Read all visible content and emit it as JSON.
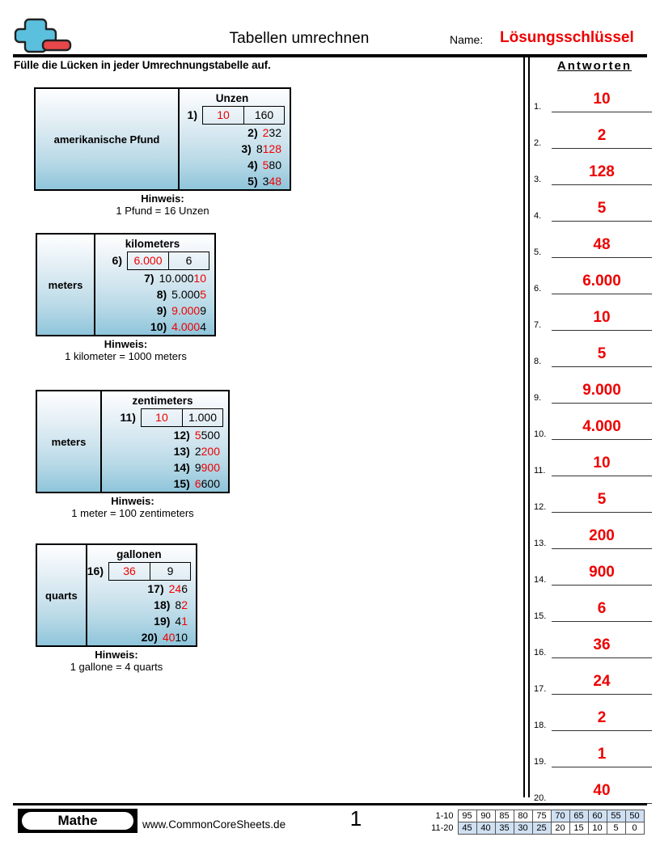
{
  "header": {
    "logo_icon": "plus-minus-logo-icon",
    "title": "Tabellen umrechnen",
    "name_label": "Name:",
    "name_value": "Lösungsschlüssel",
    "instructions": "Fülle die Lücken in jeder Umrechnungstabelle auf.",
    "accent_color": "#ee0000"
  },
  "answers": {
    "title": "Antworten",
    "items": [
      {
        "num": "1.",
        "value": "10"
      },
      {
        "num": "2.",
        "value": "2"
      },
      {
        "num": "3.",
        "value": "128"
      },
      {
        "num": "4.",
        "value": "5"
      },
      {
        "num": "5.",
        "value": "48"
      },
      {
        "num": "6.",
        "value": "6.000"
      },
      {
        "num": "7.",
        "value": "10"
      },
      {
        "num": "8.",
        "value": "5"
      },
      {
        "num": "9.",
        "value": "9.000"
      },
      {
        "num": "10.",
        "value": "4.000"
      },
      {
        "num": "11.",
        "value": "10"
      },
      {
        "num": "12.",
        "value": "5"
      },
      {
        "num": "13.",
        "value": "200"
      },
      {
        "num": "14.",
        "value": "900"
      },
      {
        "num": "15.",
        "value": "6"
      },
      {
        "num": "16.",
        "value": "36"
      },
      {
        "num": "17.",
        "value": "24"
      },
      {
        "num": "18.",
        "value": "2"
      },
      {
        "num": "19.",
        "value": "1"
      },
      {
        "num": "20.",
        "value": "40"
      }
    ]
  },
  "tables": [
    {
      "left_label": "amerikanische Pfund",
      "header": "Unzen",
      "example": {
        "idx": "1)",
        "answer": "10",
        "given": "160"
      },
      "rows": [
        {
          "idx": "2)",
          "a": "2",
          "a_red": true,
          "b": "32",
          "b_red": false
        },
        {
          "idx": "3)",
          "a": "8",
          "a_red": false,
          "b": "128",
          "b_red": true
        },
        {
          "idx": "4)",
          "a": "5",
          "a_red": true,
          "b": "80",
          "b_red": false
        },
        {
          "idx": "5)",
          "a": "3",
          "a_red": false,
          "b": "48",
          "b_red": true
        }
      ],
      "hint_label": "Hinweis:",
      "hint_text": "1 Pfund = 16 Unzen"
    },
    {
      "left_label": "meters",
      "header": "kilometers",
      "example": {
        "idx": "6)",
        "answer": "6.000",
        "given": "6"
      },
      "rows": [
        {
          "idx": "7)",
          "a": "10.000",
          "a_red": false,
          "b": "10",
          "b_red": true
        },
        {
          "idx": "8)",
          "a": "5.000",
          "a_red": false,
          "b": "5",
          "b_red": true
        },
        {
          "idx": "9)",
          "a": "9.000",
          "a_red": true,
          "b": "9",
          "b_red": false
        },
        {
          "idx": "10)",
          "a": "4.000",
          "a_red": true,
          "b": "4",
          "b_red": false
        }
      ],
      "hint_label": "Hinweis:",
      "hint_text": "1 kilometer = 1000 meters"
    },
    {
      "left_label": "meters",
      "header": "zentimeters",
      "example": {
        "idx": "11)",
        "answer": "10",
        "given": "1.000"
      },
      "rows": [
        {
          "idx": "12)",
          "a": "5",
          "a_red": true,
          "b": "500",
          "b_red": false
        },
        {
          "idx": "13)",
          "a": "2",
          "a_red": false,
          "b": "200",
          "b_red": true
        },
        {
          "idx": "14)",
          "a": "9",
          "a_red": false,
          "b": "900",
          "b_red": true
        },
        {
          "idx": "15)",
          "a": "6",
          "a_red": true,
          "b": "600",
          "b_red": false
        }
      ],
      "hint_label": "Hinweis:",
      "hint_text": "1 meter = 100 zentimeters"
    },
    {
      "left_label": "quarts",
      "header": "gallonen",
      "example": {
        "idx": "16)",
        "answer": "36",
        "given": "9"
      },
      "rows": [
        {
          "idx": "17)",
          "a": "24",
          "a_red": true,
          "b": "6",
          "b_red": false
        },
        {
          "idx": "18)",
          "a": "8",
          "a_red": false,
          "b": "2",
          "b_red": true
        },
        {
          "idx": "19)",
          "a": "4",
          "a_red": false,
          "b": "1",
          "b_red": true
        },
        {
          "idx": "20)",
          "a": "40",
          "a_red": true,
          "b": "10",
          "b_red": false
        }
      ],
      "hint_label": "Hinweis:",
      "hint_text": "1 gallone = 4 quarts"
    }
  ],
  "footer": {
    "brand": "Mathe",
    "site": "www.CommonCoreSheets.de",
    "page_number": "1",
    "score_rows": [
      {
        "label": "1-10",
        "cells": [
          {
            "v": "95",
            "hl": false
          },
          {
            "v": "90",
            "hl": false
          },
          {
            "v": "85",
            "hl": false
          },
          {
            "v": "80",
            "hl": false
          },
          {
            "v": "75",
            "hl": false
          },
          {
            "v": "70",
            "hl": true
          },
          {
            "v": "65",
            "hl": true
          },
          {
            "v": "60",
            "hl": true
          },
          {
            "v": "55",
            "hl": true
          },
          {
            "v": "50",
            "hl": true
          }
        ]
      },
      {
        "label": "11-20",
        "cells": [
          {
            "v": "45",
            "hl": true
          },
          {
            "v": "40",
            "hl": true
          },
          {
            "v": "35",
            "hl": true
          },
          {
            "v": "30",
            "hl": true
          },
          {
            "v": "25",
            "hl": true
          },
          {
            "v": "20",
            "hl": false
          },
          {
            "v": "15",
            "hl": false
          },
          {
            "v": "10",
            "hl": false
          },
          {
            "v": "5",
            "hl": false
          },
          {
            "v": "0",
            "hl": false
          }
        ]
      }
    ]
  }
}
